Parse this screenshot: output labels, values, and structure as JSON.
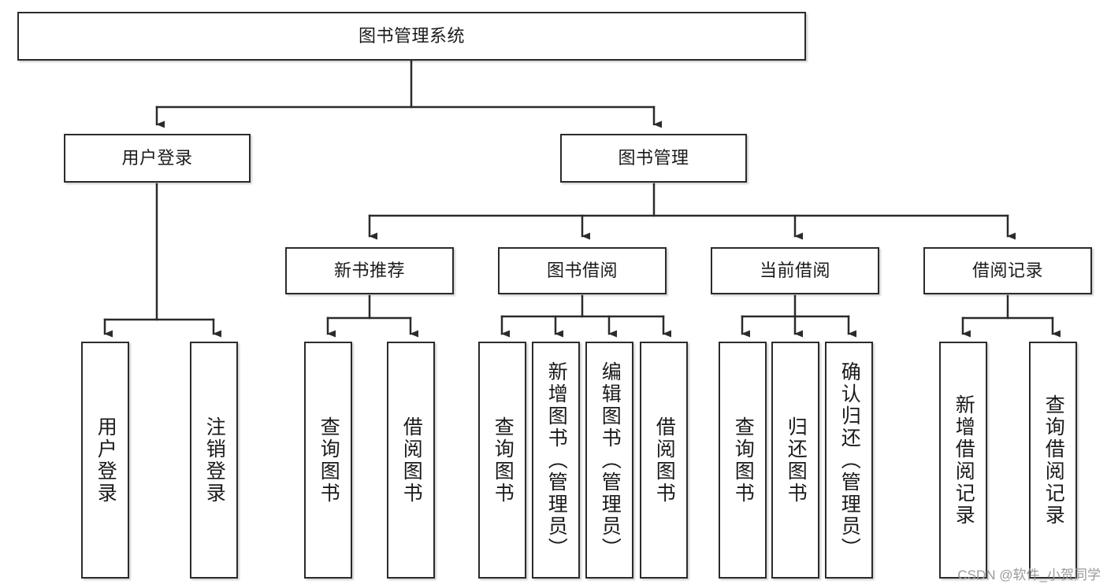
{
  "diagram": {
    "title": "图书管理系统",
    "type": "hierarchy-tree",
    "watermark": "CSDN @软件_小贺同学",
    "colors": {
      "box_border": "#2b2b2b",
      "box_fill": "#ffffff",
      "connector": "#2b2b2b",
      "text": "#1a1a1a",
      "watermark": "#9a9a9a",
      "background": "#ffffff"
    },
    "nodes": {
      "root": {
        "label": "图书管理系统",
        "level": 1,
        "orientation": "horizontal"
      },
      "l2": [
        {
          "id": "user-login",
          "label": "用户登录",
          "level": 2,
          "orientation": "horizontal"
        },
        {
          "id": "book-manage",
          "label": "图书管理",
          "level": 2,
          "orientation": "horizontal"
        }
      ],
      "l3": [
        {
          "id": "new-book-rec",
          "label": "新书推荐",
          "level": 3,
          "orientation": "horizontal"
        },
        {
          "id": "book-borrow",
          "label": "图书借阅",
          "level": 3,
          "orientation": "horizontal"
        },
        {
          "id": "current-borrow",
          "label": "当前借阅",
          "level": 3,
          "orientation": "horizontal"
        },
        {
          "id": "borrow-record",
          "label": "借阅记录",
          "level": 3,
          "orientation": "horizontal"
        }
      ],
      "leaves": [
        {
          "id": "leaf-user-login",
          "label": "用户登录",
          "parent": "user-login",
          "orientation": "vertical"
        },
        {
          "id": "leaf-logout",
          "label": "注销登录",
          "parent": "user-login",
          "orientation": "vertical"
        },
        {
          "id": "leaf-query-book-1",
          "label": "查询图书",
          "parent": "new-book-rec",
          "orientation": "vertical"
        },
        {
          "id": "leaf-borrow-book-1",
          "label": "借阅图书",
          "parent": "new-book-rec",
          "orientation": "vertical"
        },
        {
          "id": "leaf-query-book-2",
          "label": "查询图书",
          "parent": "book-borrow",
          "orientation": "vertical"
        },
        {
          "id": "leaf-add-book",
          "label": "新增图书（管理员）",
          "parent": "book-borrow",
          "orientation": "vertical"
        },
        {
          "id": "leaf-edit-book",
          "label": "编辑图书（管理员）",
          "parent": "book-borrow",
          "orientation": "vertical"
        },
        {
          "id": "leaf-borrow-book-2",
          "label": "借阅图书",
          "parent": "book-borrow",
          "orientation": "vertical"
        },
        {
          "id": "leaf-query-book-3",
          "label": "查询图书",
          "parent": "current-borrow",
          "orientation": "vertical"
        },
        {
          "id": "leaf-return-book",
          "label": "归还图书",
          "parent": "current-borrow",
          "orientation": "vertical"
        },
        {
          "id": "leaf-confirm-return",
          "label": "确认归还（管理员）",
          "parent": "current-borrow",
          "orientation": "vertical"
        },
        {
          "id": "leaf-add-record",
          "label": "新增借阅记录",
          "parent": "borrow-record",
          "orientation": "vertical"
        },
        {
          "id": "leaf-query-record",
          "label": "查询借阅记录",
          "parent": "borrow-record",
          "orientation": "vertical"
        }
      ]
    },
    "edges": [
      {
        "from": "root",
        "to": "user-login"
      },
      {
        "from": "root",
        "to": "book-manage"
      },
      {
        "from": "user-login",
        "to": "leaf-user-login"
      },
      {
        "from": "user-login",
        "to": "leaf-logout"
      },
      {
        "from": "book-manage",
        "to": "new-book-rec"
      },
      {
        "from": "book-manage",
        "to": "book-borrow"
      },
      {
        "from": "book-manage",
        "to": "current-borrow"
      },
      {
        "from": "book-manage",
        "to": "borrow-record"
      },
      {
        "from": "new-book-rec",
        "to": "leaf-query-book-1"
      },
      {
        "from": "new-book-rec",
        "to": "leaf-borrow-book-1"
      },
      {
        "from": "book-borrow",
        "to": "leaf-query-book-2"
      },
      {
        "from": "book-borrow",
        "to": "leaf-add-book"
      },
      {
        "from": "book-borrow",
        "to": "leaf-edit-book"
      },
      {
        "from": "book-borrow",
        "to": "leaf-borrow-book-2"
      },
      {
        "from": "current-borrow",
        "to": "leaf-query-book-3"
      },
      {
        "from": "current-borrow",
        "to": "leaf-return-book"
      },
      {
        "from": "current-borrow",
        "to": "leaf-confirm-return"
      },
      {
        "from": "borrow-record",
        "to": "leaf-add-record"
      },
      {
        "from": "borrow-record",
        "to": "leaf-query-record"
      }
    ]
  }
}
